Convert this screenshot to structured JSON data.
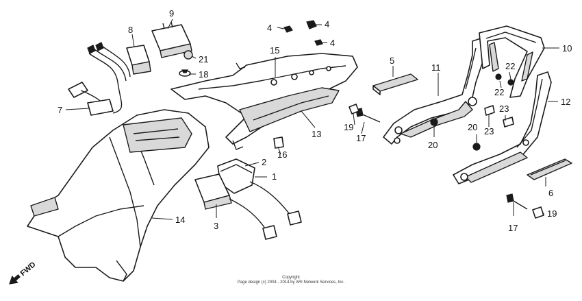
{
  "diagram": {
    "fwd_label": "FWD",
    "callouts": [
      "1",
      "2",
      "3",
      "4",
      "4",
      "4",
      "5",
      "6",
      "7",
      "8",
      "9",
      "10",
      "11",
      "12",
      "13",
      "14",
      "15",
      "16",
      "17",
      "17",
      "18",
      "19",
      "19",
      "20",
      "21",
      "22",
      "22",
      "23",
      "23"
    ],
    "copyright_line1": "Copyright",
    "copyright_line2": "Page design (c) 2004 - 2014 by ARI Network Services, Inc."
  }
}
